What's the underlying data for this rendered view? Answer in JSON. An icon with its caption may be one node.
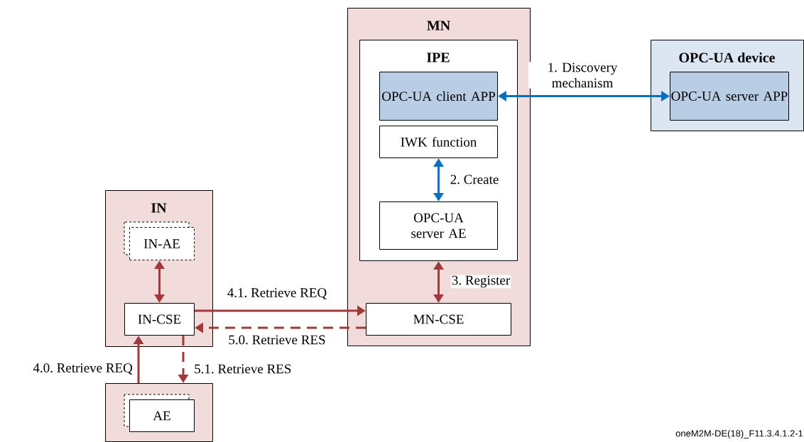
{
  "diagram": {
    "nodes": [
      {
        "text": [
          "MN"
        ]
      },
      {
        "text": [
          "IPE"
        ],
        "in": 0
      },
      {
        "text": [
          "OPC-UA client APP"
        ],
        "in": 1
      },
      {
        "text": [
          "IWK function"
        ],
        "in": 1
      },
      {
        "text": [
          "OPC-UA server AE"
        ],
        "in": 1
      },
      {
        "text": [
          "MN-CSE"
        ],
        "in": 0
      },
      {
        "text": [
          "OPC-UA device"
        ]
      },
      {
        "text": [
          "OPC-UA server APP"
        ],
        "in": 6
      },
      {
        "text": [
          "IN"
        ]
      },
      {
        "text": [
          "IN-AE"
        ],
        "in": 8
      },
      {
        "text": [
          "IN-CSE"
        ],
        "in": 8
      },
      {
        "text": [],
        "shape": "box"
      },
      {
        "text": [
          "AE"
        ],
        "in": 11
      }
    ],
    "edges": [
      {
        "from": 2,
        "to": 7,
        "arrow": "both",
        "label": "1. Discovery mechanism",
        "color": "#0070c0"
      },
      {
        "from": 3,
        "to": 4,
        "arrow": "both",
        "label": "2. Create",
        "color": "#0070c0"
      },
      {
        "from": 1,
        "to": 5,
        "arrow": "both",
        "label": "3. Register"
      },
      {
        "from": 9,
        "to": 10,
        "arrow": "both"
      },
      {
        "from": 10,
        "to": 5,
        "arrow": "to",
        "label": "4.1. Retrieve REQ"
      },
      {
        "from": 5,
        "to": 10,
        "arrow": "to",
        "label": "5.0. Retrieve RES",
        "style": "dashed"
      },
      {
        "from": 11,
        "to": 10,
        "arrow": "to",
        "label": "4.0. Retrieve REQ"
      },
      {
        "from": 10,
        "to": 11,
        "arrow": "to",
        "label": "5.1. Retrieve RES",
        "style": "dashed"
      }
    ],
    "labels": [
      "oneM2M-DE(18)_F11.3.4.1.2-1"
    ]
  }
}
